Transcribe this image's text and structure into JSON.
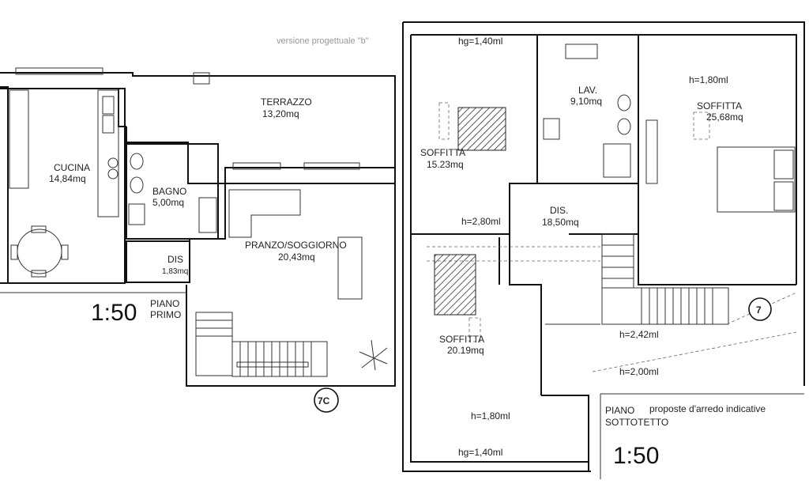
{
  "note": "versione progettuale \"b\"",
  "left_plan": {
    "scale": "1:50",
    "floor_line1": "PIANO",
    "floor_line2": "PRIMO",
    "badge": "7C",
    "rooms": {
      "cucina": {
        "name": "CUCINA",
        "area": "14,84mq"
      },
      "bagno": {
        "name": "BAGNO",
        "area": "5,00mq"
      },
      "dis": {
        "name": "DIS",
        "area": "1,83mq"
      },
      "terrazzo": {
        "name": "TERRAZZO",
        "area": "13,20mq"
      },
      "pranzo": {
        "name": "PRANZO/SOGGIORNO",
        "area": "20,43mq"
      }
    }
  },
  "right_plan": {
    "scale": "1:50",
    "floor_line1": "PIANO",
    "floor_line2": "SOTTOTETTO",
    "furniture_note": "proposte d'arredo indicative",
    "badge": "7",
    "heights": {
      "top_left": "hg=1,40ml",
      "bottom_left": "hg=1,40ml",
      "soffitta_right": "h=1,80ml",
      "soffitta_tl": "h=2,80ml",
      "soffitta_bl": "h=1,80ml",
      "stair_1": "h=2,42ml",
      "stair_2": "h=2,00ml"
    },
    "rooms": {
      "soffitta1": {
        "name": "SOFFITTA",
        "area": "15.23mq"
      },
      "lav": {
        "name": "LAV.",
        "area": "9,10mq"
      },
      "soffitta2": {
        "name": "SOFFITTA",
        "area": "25,68mq"
      },
      "dis": {
        "name": "DIS.",
        "area": "18,50mq"
      },
      "soffitta3": {
        "name": "SOFFITTA",
        "area": "20.19mq"
      }
    }
  }
}
